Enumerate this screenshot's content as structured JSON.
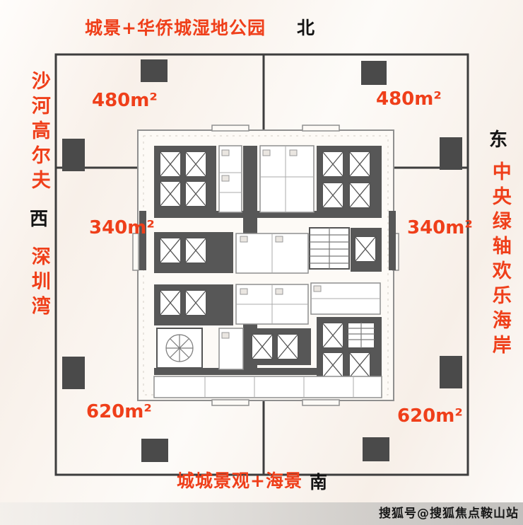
{
  "title_labels": {
    "top_view": "城景+华侨城湿地公园",
    "bottom_view": "城城景观+海景"
  },
  "compass": {
    "north": "北",
    "west": "西",
    "east": "东",
    "south": "南"
  },
  "side_views": {
    "left_upper": "沙河高尔夫",
    "left_lower": "深圳湾",
    "right": "中央绿轴欢乐海岸"
  },
  "areas": {
    "top_left": "480m²",
    "top_right": "480m²",
    "mid_left": "340m²",
    "mid_right": "340m²",
    "bottom_left": "620m²",
    "bottom_right": "620m²"
  },
  "watermark": "搜狐号@搜狐焦点鞍山站",
  "colors": {
    "accent_red": "#ef3f1a",
    "line_dark": "#3d3d3d",
    "core_wall": "#575757"
  }
}
